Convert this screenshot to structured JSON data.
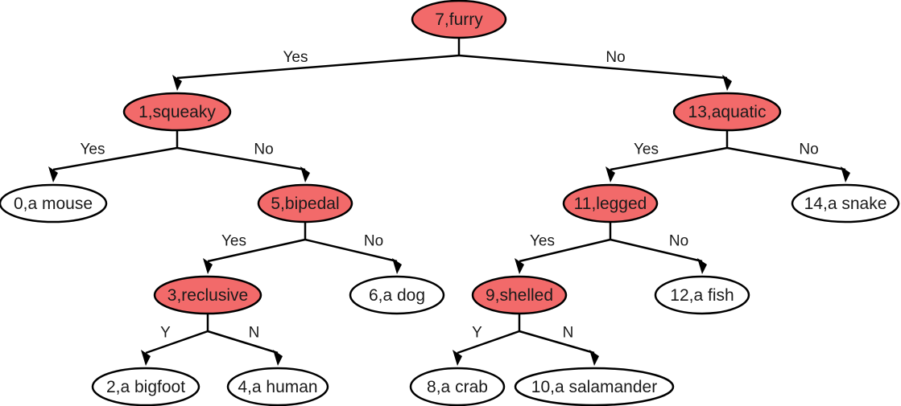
{
  "colors": {
    "question_fill": "#f26a6a",
    "leaf_fill": "#ffffff",
    "stroke": "#000000"
  },
  "nodes": [
    {
      "id": "7",
      "label": "7,furry",
      "kind": "question"
    },
    {
      "id": "1",
      "label": "1,squeaky",
      "kind": "question"
    },
    {
      "id": "13",
      "label": "13,aquatic",
      "kind": "question"
    },
    {
      "id": "0",
      "label": "0,a mouse",
      "kind": "leaf"
    },
    {
      "id": "5",
      "label": "5,bipedal",
      "kind": "question"
    },
    {
      "id": "11",
      "label": "11,legged",
      "kind": "question"
    },
    {
      "id": "14",
      "label": "14,a snake",
      "kind": "leaf"
    },
    {
      "id": "3",
      "label": "3,reclusive",
      "kind": "question"
    },
    {
      "id": "6",
      "label": "6,a dog",
      "kind": "leaf"
    },
    {
      "id": "9",
      "label": "9,shelled",
      "kind": "question"
    },
    {
      "id": "12",
      "label": "12,a fish",
      "kind": "leaf"
    },
    {
      "id": "2",
      "label": "2,a bigfoot",
      "kind": "leaf"
    },
    {
      "id": "4",
      "label": "4,a human",
      "kind": "leaf"
    },
    {
      "id": "8",
      "label": "8,a crab",
      "kind": "leaf"
    },
    {
      "id": "10",
      "label": "10,a salamander",
      "kind": "leaf"
    }
  ],
  "edges": [
    {
      "from": "7",
      "to": "1",
      "label": "Yes"
    },
    {
      "from": "7",
      "to": "13",
      "label": "No"
    },
    {
      "from": "1",
      "to": "0",
      "label": "Yes"
    },
    {
      "from": "1",
      "to": "5",
      "label": "No"
    },
    {
      "from": "13",
      "to": "11",
      "label": "Yes"
    },
    {
      "from": "13",
      "to": "14",
      "label": "No"
    },
    {
      "from": "5",
      "to": "3",
      "label": "Yes"
    },
    {
      "from": "5",
      "to": "6",
      "label": "No"
    },
    {
      "from": "11",
      "to": "9",
      "label": "Yes"
    },
    {
      "from": "11",
      "to": "12",
      "label": "No"
    },
    {
      "from": "3",
      "to": "2",
      "label": "Y"
    },
    {
      "from": "3",
      "to": "4",
      "label": "N"
    },
    {
      "from": "9",
      "to": "8",
      "label": "Y"
    },
    {
      "from": "9",
      "to": "10",
      "label": "N"
    }
  ]
}
